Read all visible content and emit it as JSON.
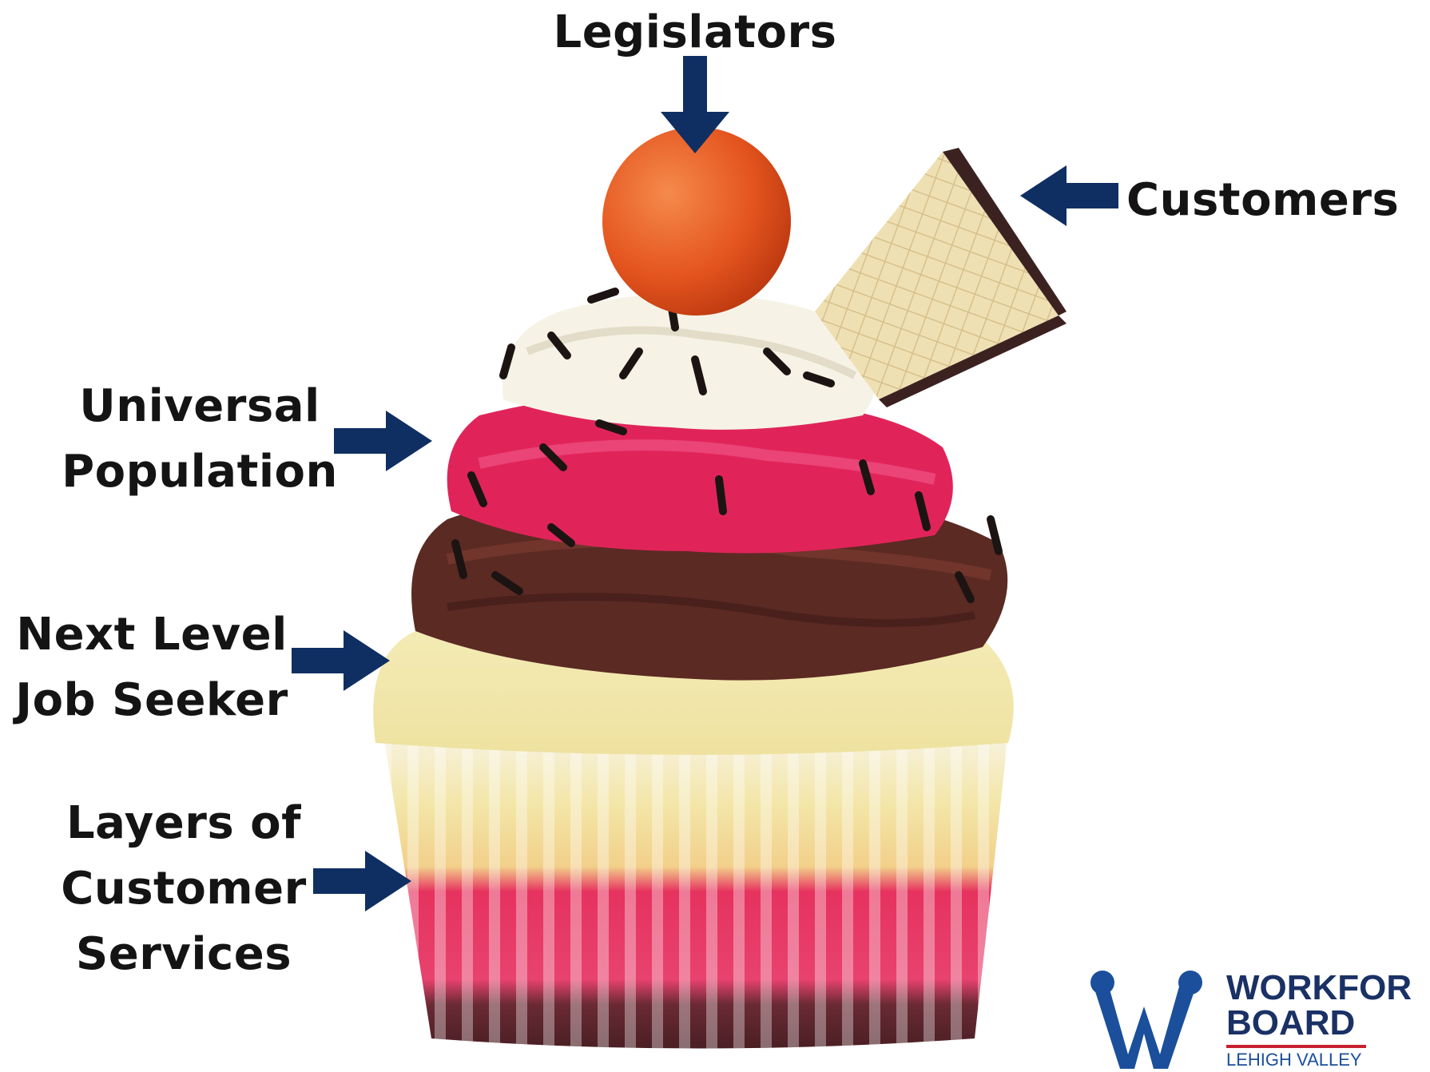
{
  "labels": {
    "legislators": "Legislators",
    "customers": "Customers",
    "universal_population": [
      "Universal",
      "Population"
    ],
    "next_level_job_seeker": [
      "Next Level",
      "Job Seeker"
    ],
    "layers_of_customer_services": [
      "Layers of",
      "Customer",
      "Services"
    ]
  },
  "logo": {
    "mark": "W",
    "line1": "WORKFOR",
    "line2": "BOARD",
    "line3": "LEHIGH VALLEY"
  },
  "colors": {
    "arrow": "#0f2f63",
    "label_text": "#141414",
    "frosting_pink": "#e0245a",
    "frosting_chocolate": "#5b2a23",
    "frosting_cream": "#f6f3e6",
    "cake": "#f1e6a8",
    "gumball": "#e8531c",
    "wafer": "#efe0b4",
    "logo_blue": "#1b4f9c",
    "logo_navy": "#1a3165",
    "logo_red": "#c8202f"
  },
  "icons": {
    "arrow": "arrow-icon",
    "logo_mark": "w-logo-icon"
  }
}
